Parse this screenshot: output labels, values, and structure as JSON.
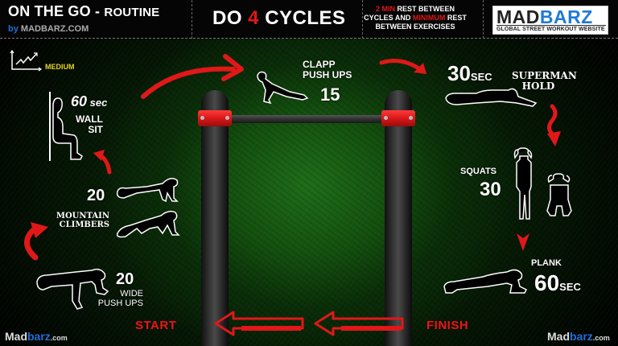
{
  "header": {
    "title_main": "ON THE GO - ",
    "title_sub": "ROUTINE",
    "byline_by": "by ",
    "byline_site": "MADBARZ.COM",
    "cycles_pre": "DO ",
    "cycles_num": "4",
    "cycles_post": " CYCLES",
    "rest_line1_red": "2 MIN",
    "rest_line1": " REST BETWEEN",
    "rest_line2": "CYCLES AND ",
    "rest_line2_red": "MINIMUM",
    "rest_line2b": " REST",
    "rest_line3": "BETWEEN EXERCISES",
    "logo_mad": "MAD",
    "logo_barz": "BARZ",
    "logo_tagline": "GLOBAL STREET WORKOUT WEBSITE"
  },
  "difficulty": {
    "icon": "trend-chart-icon",
    "label": "MEDIUM",
    "color": "#e8d229"
  },
  "exercises": [
    {
      "id": "wall-sit",
      "amount": "60",
      "unit": " sec",
      "name_line1": "WALL",
      "name_line2": "SIT",
      "icon": "wall-sit-figure-icon"
    },
    {
      "id": "clapp-push-ups",
      "amount": "15",
      "name_line1": "CLAPP",
      "name_line2": "PUSH UPS",
      "icon": "push-up-figure-icon"
    },
    {
      "id": "superman-hold",
      "amount": "30",
      "unit": "SEC",
      "name_line1": "SUPERMAN",
      "name_line2": "HOLD",
      "icon": "superman-figure-icon"
    },
    {
      "id": "squats",
      "amount": "30",
      "name_line1": "SQUATS",
      "icon": "squat-figure-icon"
    },
    {
      "id": "plank",
      "amount": "60",
      "unit": "SEC",
      "name_line1": "PLANK",
      "icon": "plank-figure-icon"
    },
    {
      "id": "wide-push-ups",
      "amount": "20",
      "name_line1": "WIDE",
      "name_line2": "PUSH UPS",
      "icon": "wide-push-up-figure-icon"
    },
    {
      "id": "mountain-climbers",
      "amount": "20",
      "name_line1": "MOUNTAIN",
      "name_line2": "CLIMBERS",
      "icon": "mountain-climber-figure-icon"
    }
  ],
  "flow": {
    "start": "START",
    "finish": "FINISH",
    "arrow_color": "#e01818"
  },
  "footer": {
    "left_mad": "Mad",
    "left_barz": "barz",
    "left_com": ".com",
    "right_mad": "Mad",
    "right_barz": "barz",
    "right_com": ".com"
  },
  "colors": {
    "accent_red": "#e01818",
    "brand_blue": "#1e7ad9",
    "grass_green": "#1f6e1a",
    "background": "#000000"
  }
}
